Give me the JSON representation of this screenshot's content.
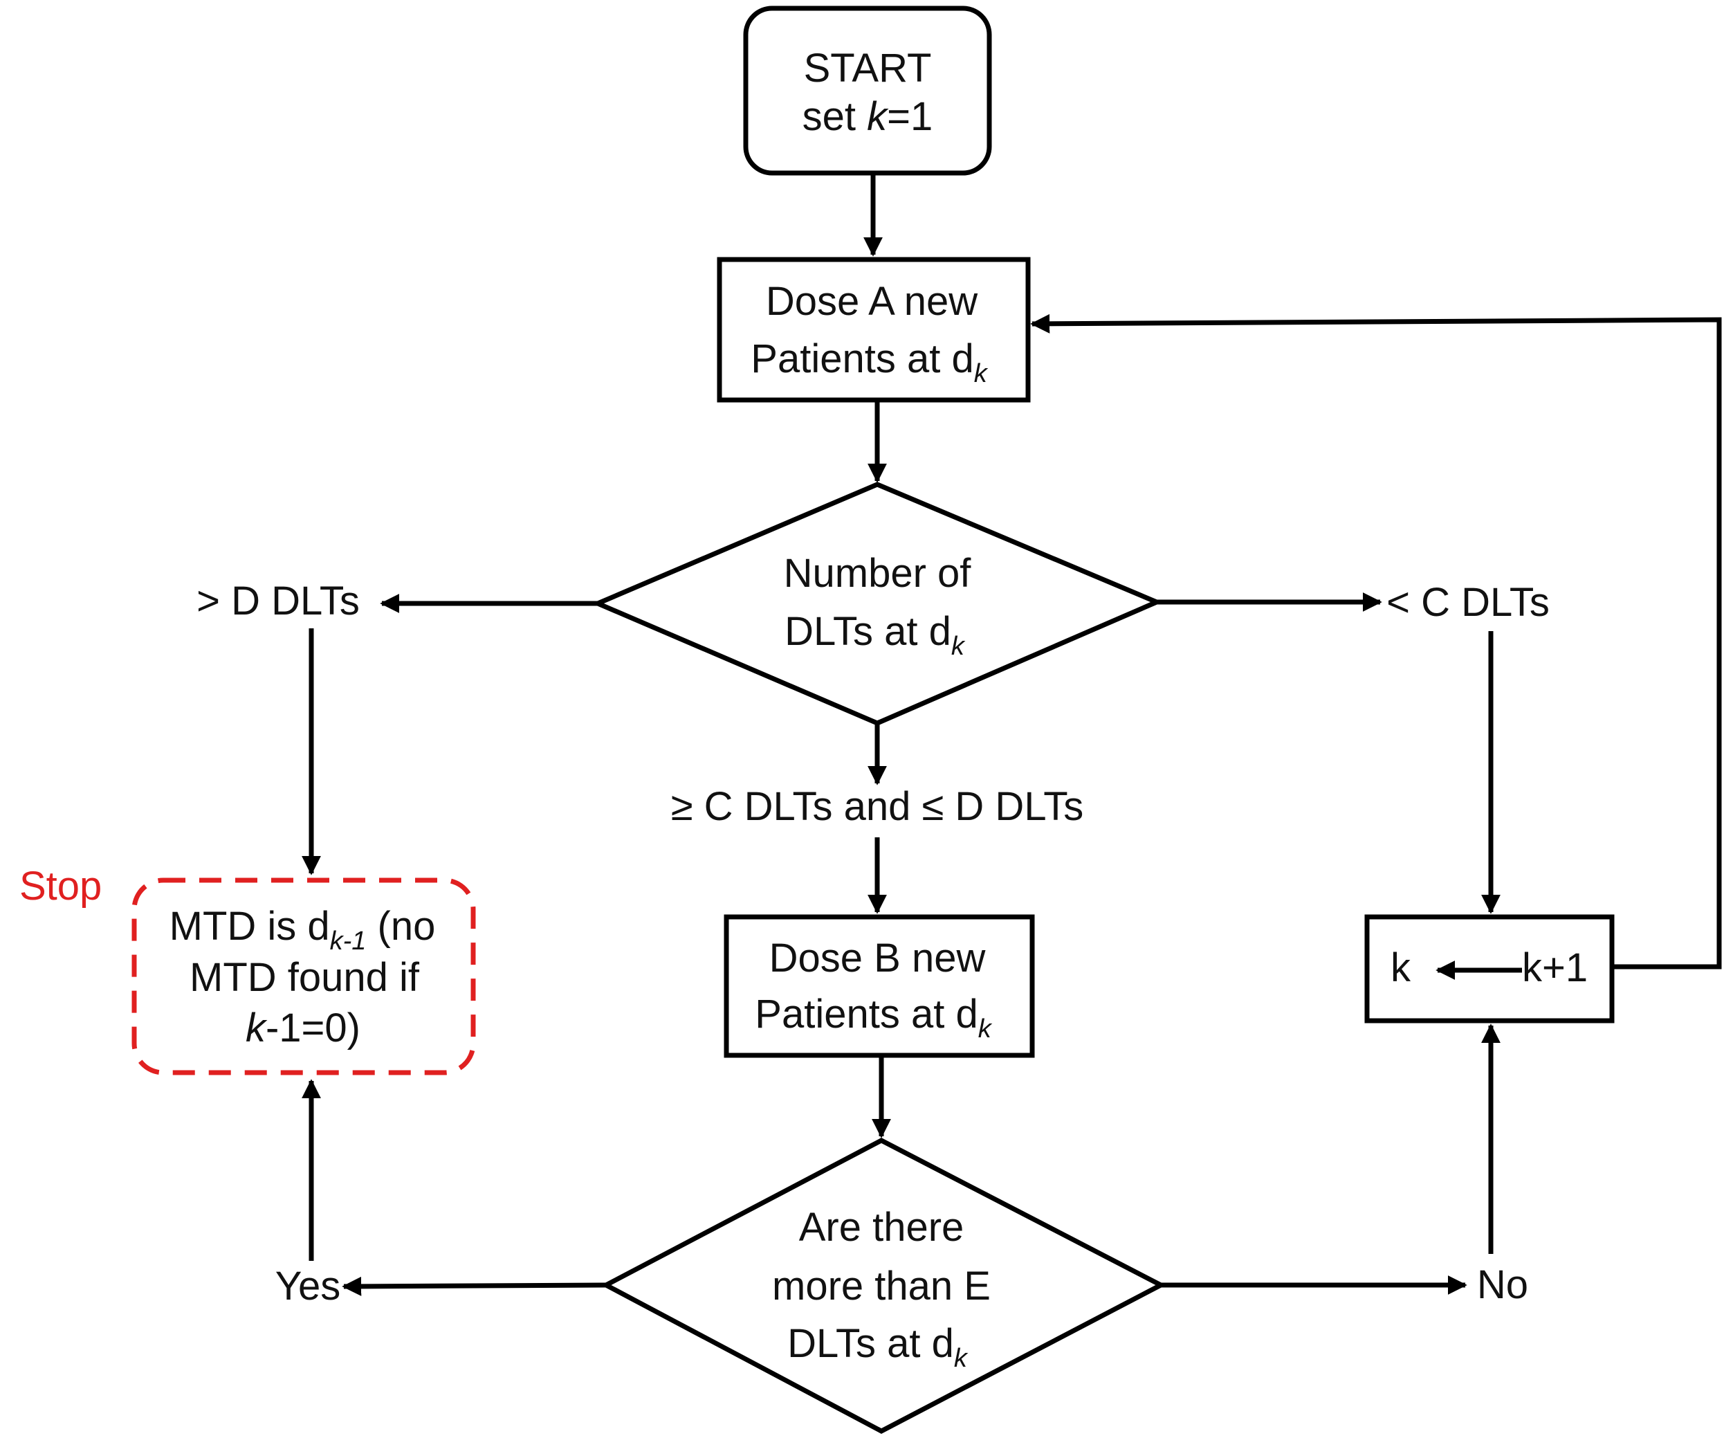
{
  "nodes": {
    "start": {
      "line1": "START",
      "line2_prefix": "set ",
      "line2_var": "k",
      "line2_suffix": "=1"
    },
    "dose_a": {
      "line1": "Dose A new",
      "line2": "Patients at d",
      "line2_sub": "k"
    },
    "decision_dlts": {
      "line1": "Number of",
      "line2": "DLTs at d",
      "line2_sub": "k"
    },
    "dose_b": {
      "line1": "Dose B new",
      "line2": "Patients at d",
      "line2_sub": "k"
    },
    "decision_more_than_e": {
      "line1": "Are there",
      "line2": "more than E",
      "line3": "DLTs at d",
      "line3_sub": "k"
    },
    "increment": {
      "left": "k",
      "right": "k+1"
    },
    "stop_box": {
      "tag": "Stop",
      "line1_a": "MTD  is d",
      "line1_sub": "k-1",
      "line1_b": " (no",
      "line2": "MTD  found  if",
      "line3_var": "k",
      "line3_rest": "-1=0)"
    }
  },
  "edge_labels": {
    "greater_than_d": "> D DLTs",
    "less_than_c": "< C DLTs",
    "between_c_d": "≥ C DLTs and ≤ D DLTs",
    "yes": "Yes",
    "no": "No"
  },
  "colors": {
    "stroke": "#000000",
    "stop_accent": "#e02020",
    "text": "#111111"
  }
}
